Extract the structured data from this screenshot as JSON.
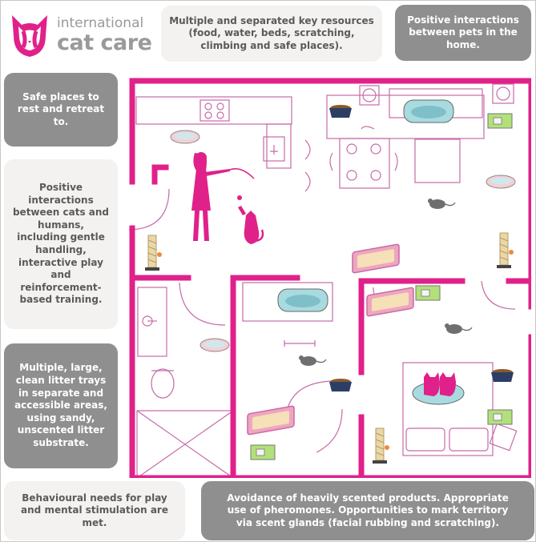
{
  "brand": {
    "line1": "international",
    "line2": "cat care",
    "color": "#e0218a"
  },
  "callouts": {
    "resources": "Multiple and separated key resources (food, water, beds, scratching, climbing and safe places).",
    "pets": "Positive interactions between pets in the home.",
    "safe_places": "Safe places to rest and retreat to.",
    "humans": "Positive interactions between cats and humans, including gentle handling, interactive play and reinforcement-based training.",
    "litter": "Multiple, large, clean litter trays in separate and accessible areas, using sandy, unscented litter substrate.",
    "play": "Behavioural needs for play and mental stimulation are met.",
    "scent": "Avoidance of heavily scented products. Appropriate use of pheromones. Opportunities to mark territory via scent glands (facial rubbing and scratching)."
  },
  "colors": {
    "wall": "#e0218a",
    "furniture": "#c66aa8",
    "gray_box": "#8f8f8f",
    "light_box": "#f4f2f1",
    "bed": "#a8dbe0",
    "litter": "#f0a5bf",
    "carrier": "#b2e07a",
    "bowl_food": "#2c3e66",
    "mouse": "#6f6f6f"
  },
  "icons": [
    "cat-logo-icon",
    "woman-with-wand-icon",
    "playing-cat-icon",
    "cat-bed-icon",
    "litter-tray-icon",
    "food-bowl-icon",
    "water-bowl-icon",
    "scratching-post-icon",
    "toy-mouse-icon",
    "cat-carrier-icon",
    "two-cats-in-bed-icon"
  ]
}
